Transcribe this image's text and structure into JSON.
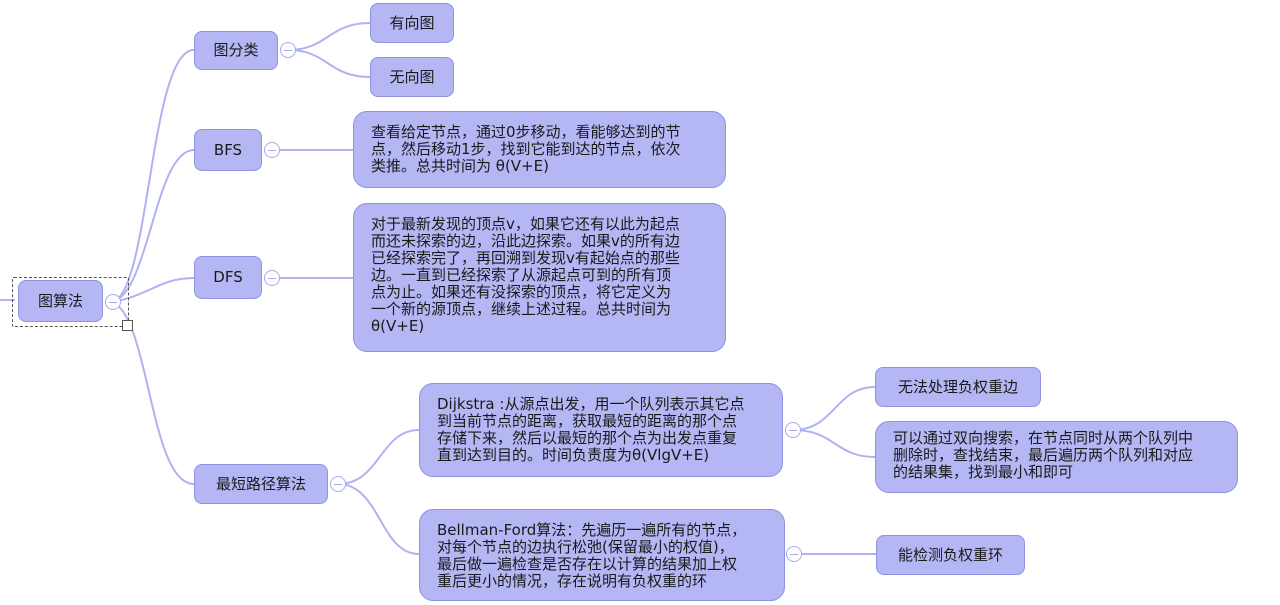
{
  "root": {
    "label": "图算法"
  },
  "branches": {
    "classification": {
      "label": "图分类",
      "children": [
        "有向图",
        "无向图"
      ]
    },
    "bfs": {
      "label": "BFS",
      "detail": [
        "查看给定节点，通过0步移动，看能够达到的节",
        "点，然后移动1步，找到它能到达的节点，依次",
        "类推。总共时间为 θ(V+E)"
      ]
    },
    "dfs": {
      "label": "DFS",
      "detail": [
        "对于最新发现的顶点v，如果它还有以此为起点",
        "而还未探索的边，沿此边探索。如果v的所有边",
        "已经探索完了，再回溯到发现v有起始点的那些",
        "边。一直到已经探索了从源起点可到的所有顶",
        "点为止。如果还有没探索的顶点，将它定义为",
        "一个新的源顶点，继续上述过程。总共时间为",
        "θ(V+E)"
      ]
    },
    "shortest_path": {
      "label": "最短路径算法",
      "dijkstra": {
        "text": [
          "Dijkstra :从源点出发，用一个队列表示其它点",
          "到当前节点的距离，获取最短的距离的那个点",
          "存储下来，然后以最短的那个点为出发点重复",
          "直到达到目的。时间负责度为θ(VlgV+E)"
        ],
        "notes": [
          [
            "无法处理负权重边"
          ],
          [
            "可以通过双向搜索，在节点同时从两个队列中",
            "删除时，查找结束，最后遍历两个队列和对应",
            "的结果集，找到最小和即可"
          ]
        ]
      },
      "bellman_ford": {
        "text": [
          "Bellman-Ford算法：先遍历一遍所有的节点，",
          "对每个节点的边执行松弛(保留最小的权值)，",
          "最后做一遍检查是否存在以计算的结果加上权",
          "重后更小的情况，存在说明有负权重的环"
        ],
        "notes": [
          [
            "能检测负权重环"
          ]
        ]
      }
    }
  },
  "colors": {
    "node_fill": "#b4b7f4",
    "node_border": "#8e92e0",
    "connector": "#b0b3f0",
    "selection": "#555555"
  }
}
